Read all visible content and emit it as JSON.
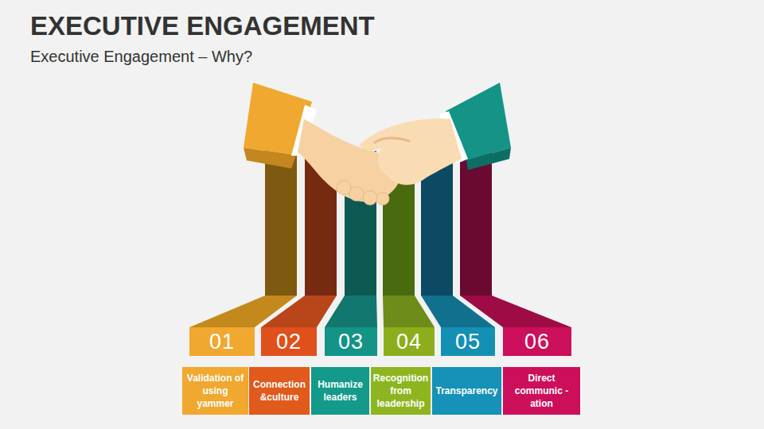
{
  "diagram": {
    "title": "EXECUTIVE ENGAGEMENT",
    "nodes": [
      {
        "text": [
          "01"
        ]
      },
      {
        "text": [
          "02"
        ]
      },
      {
        "text": [
          "03"
        ]
      },
      {
        "text": [
          "04"
        ]
      },
      {
        "text": [
          "05"
        ]
      },
      {
        "text": [
          "06"
        ]
      },
      {
        "text": [
          "Validation of using yammer"
        ]
      },
      {
        "text": [
          "Connection &culture"
        ]
      },
      {
        "text": [
          "Humanize leaders"
        ]
      },
      {
        "text": [
          "Recognition from leadership"
        ]
      },
      {
        "text": [
          "Transparency"
        ]
      },
      {
        "text": [
          "Direct communic -ation"
        ]
      }
    ],
    "labels": [
      "Executive Engagement – Why?"
    ]
  }
}
